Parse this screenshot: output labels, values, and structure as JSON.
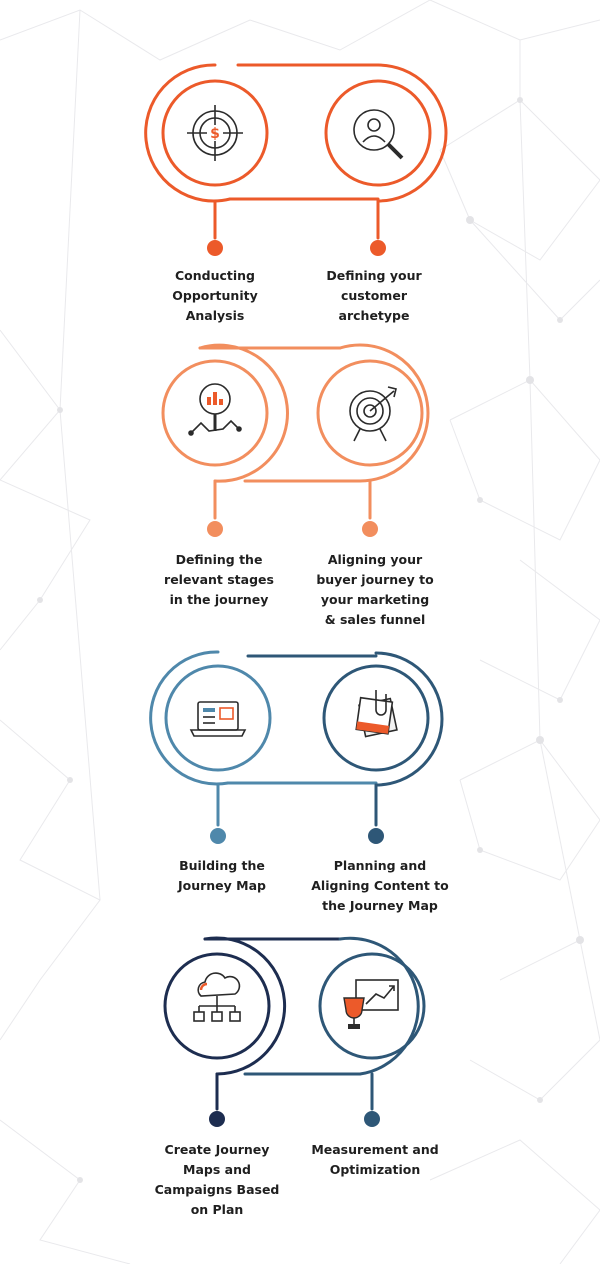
{
  "colors": {
    "row1": "#ec5a2a",
    "row2": "#f28e5e",
    "row3": "#4f88ab",
    "row3_dot_right": "#2e5777",
    "row4": "#1d2d50",
    "row4_right": "#2e5777",
    "icon_stroke": "#2b2b2b",
    "accent_orange": "#ec5a2a"
  },
  "steps": [
    {
      "label": "Conducting\nOpportunity\nAnalysis",
      "icon": "target-dollar-icon"
    },
    {
      "label": "Defining your\ncustomer\narchetype",
      "icon": "magnify-person-icon"
    },
    {
      "label": "Defining the\nrelevant stages\nin the journey",
      "icon": "magnify-chart-icon"
    },
    {
      "label": "Aligning your\nbuyer journey to\nyour marketing\n& sales funnel",
      "icon": "target-arrow-icon"
    },
    {
      "label": "Building the\nJourney Map",
      "icon": "laptop-icon"
    },
    {
      "label": "Planning and\nAligning Content to\nthe Journey Map",
      "icon": "documents-clip-icon"
    },
    {
      "label": "Create Journey\nMaps and\nCampaigns Based\non Plan",
      "icon": "cloud-network-icon"
    },
    {
      "label": "Measurement and\nOptimization",
      "icon": "trophy-chart-icon"
    }
  ]
}
